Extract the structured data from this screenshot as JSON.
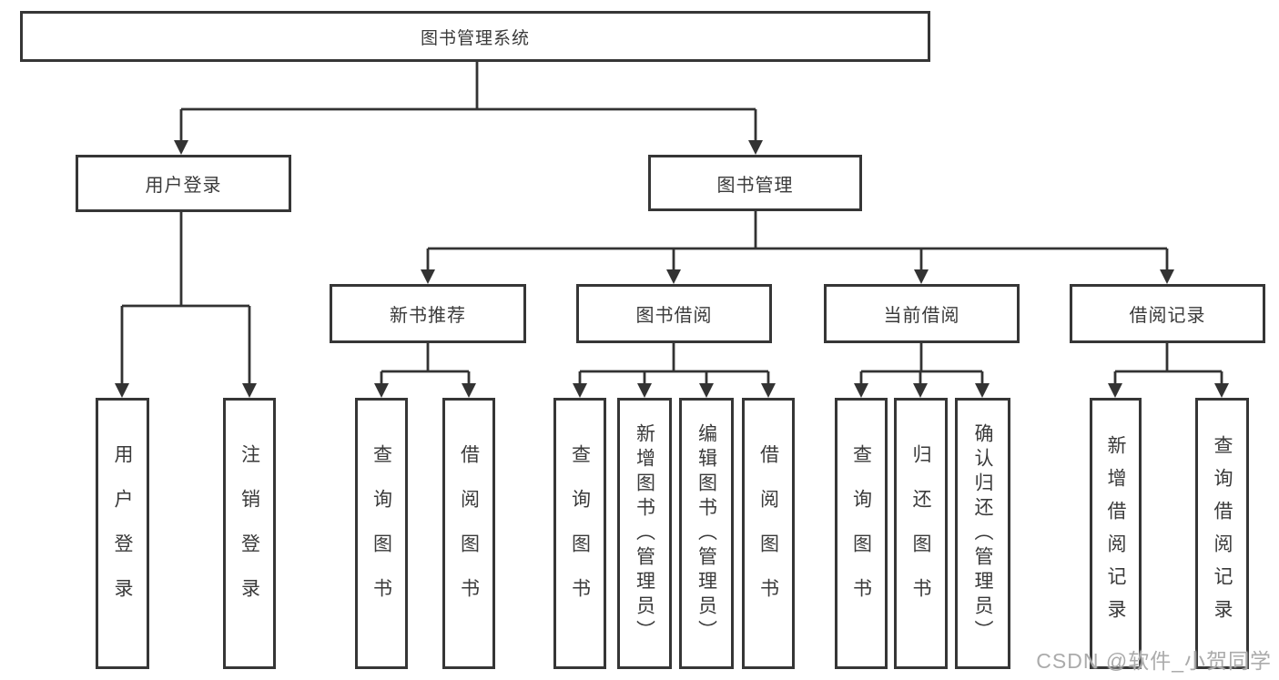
{
  "diagram": {
    "root": "图书管理系统",
    "branches": [
      {
        "label": "用户登录",
        "children": [
          "用户登录",
          "注销登录"
        ]
      },
      {
        "label": "图书管理",
        "groups": [
          {
            "label": "新书推荐",
            "children": [
              "查询图书",
              "借阅图书"
            ]
          },
          {
            "label": "图书借阅",
            "children": [
              "查询图书",
              "新增图书（管理员）",
              "编辑图书（管理员）",
              "借阅图书"
            ]
          },
          {
            "label": "当前借阅",
            "children": [
              "查询图书",
              "归还图书",
              "确认归还（管理员）"
            ]
          },
          {
            "label": "借阅记录",
            "children": [
              "新增借阅记录",
              "查询借阅记录"
            ]
          }
        ]
      }
    ]
  },
  "watermark": {
    "text": "CSDN @软件_小贺同学"
  },
  "colors": {
    "line": "#333333",
    "box_border": "#363636",
    "text": "#3a3a3a",
    "watermark": "#ababab",
    "background": "#ffffff"
  }
}
